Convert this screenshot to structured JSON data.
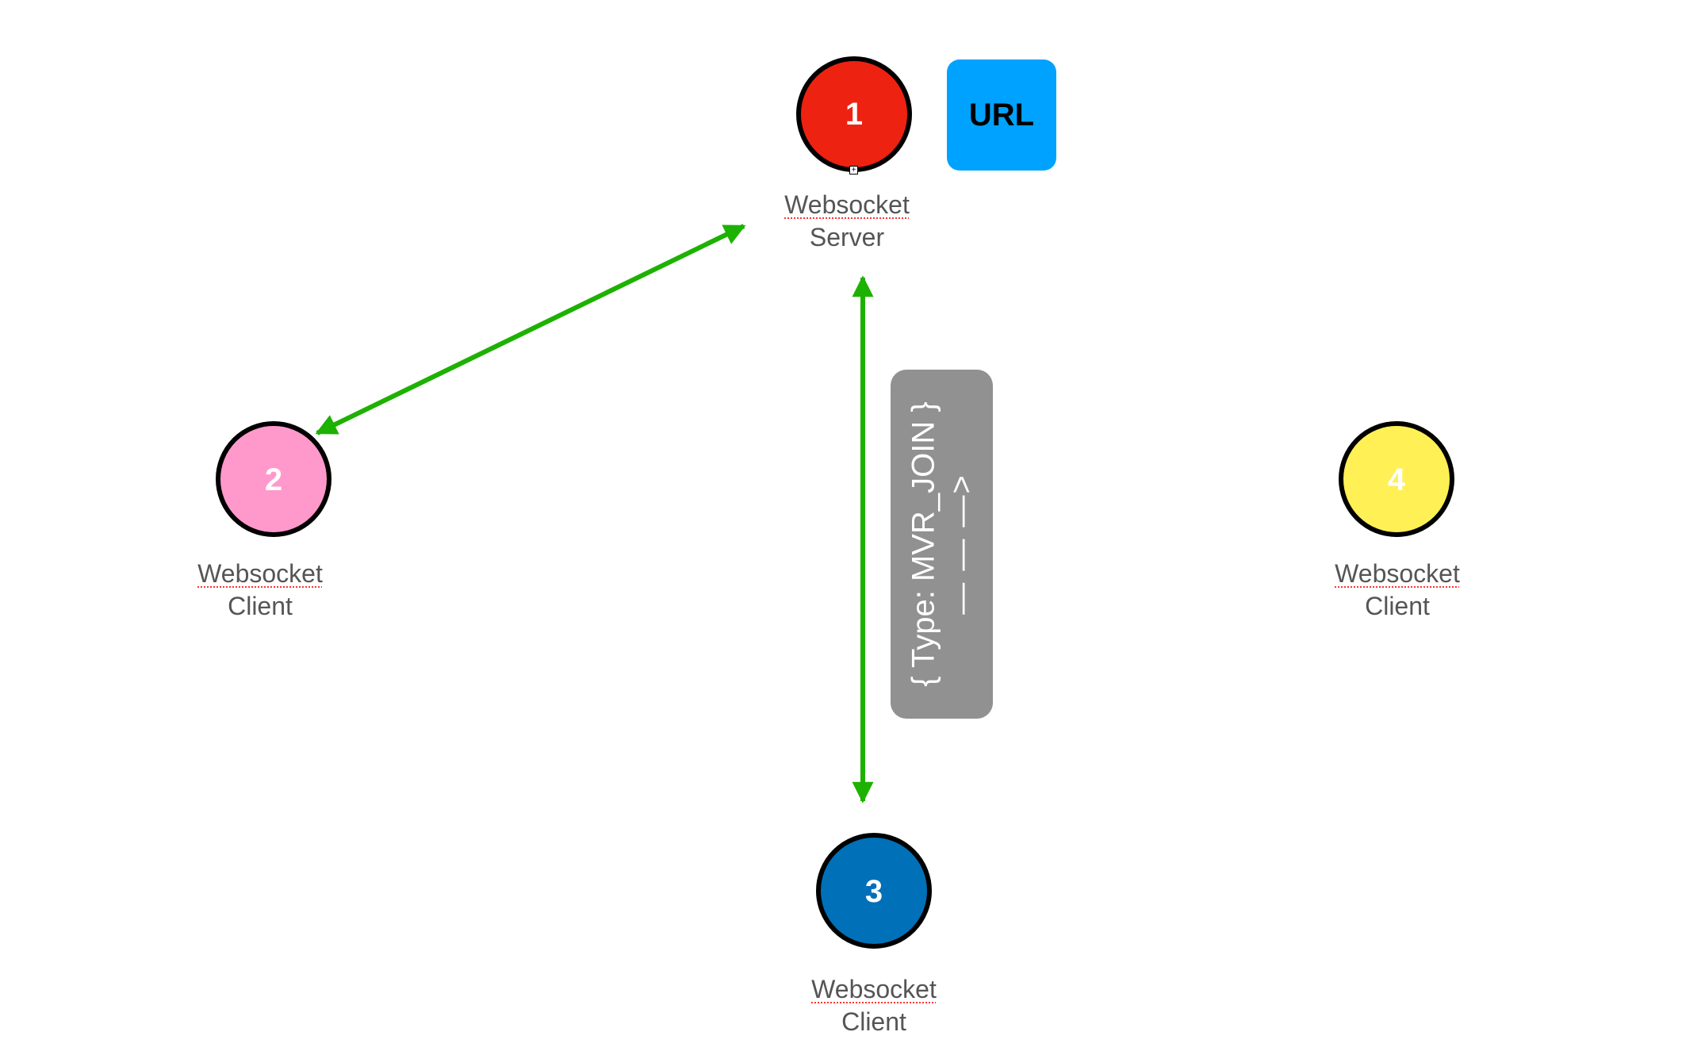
{
  "nodes": [
    {
      "id": "1",
      "number": "1",
      "label_line1": "Websocket",
      "label_line2": "Server",
      "fill": "#EE2211"
    },
    {
      "id": "2",
      "number": "2",
      "label_line1": "Websocket",
      "label_line2": "Client",
      "fill": "#FF99CC"
    },
    {
      "id": "3",
      "number": "3",
      "label_line1": "Websocket",
      "label_line2": "Client",
      "fill": "#0070B8"
    },
    {
      "id": "4",
      "number": "4",
      "label_line1": "Websocket",
      "label_line2": "Client",
      "fill": "#FFF055"
    }
  ],
  "url_box": {
    "label": "URL",
    "fill": "#00A2FF"
  },
  "message": {
    "line1": "{ Type: MVR_JOIN }",
    "line2": "— — —>",
    "fill": "#919191"
  },
  "connections": [
    {
      "from": "1",
      "to": "2",
      "type": "bidirectional-arrow",
      "color": "#1DB100"
    },
    {
      "from": "1",
      "to": "3",
      "type": "bidirectional-arrow",
      "color": "#1DB100"
    }
  ],
  "resize_handle_icon": "plus-square-icon"
}
